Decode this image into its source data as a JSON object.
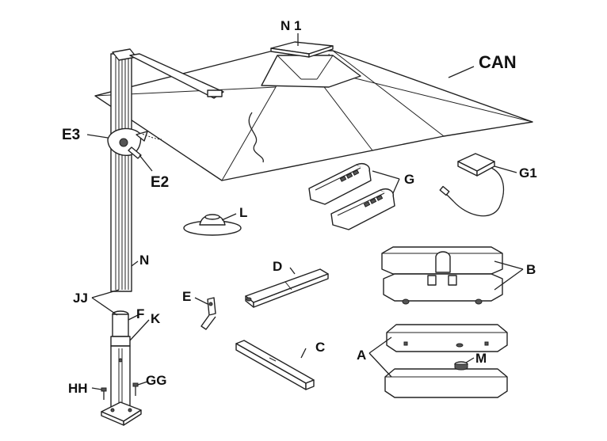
{
  "labels": {
    "n1": "N 1",
    "can": "CAN",
    "e3": "E3",
    "e2": "E2",
    "g": "G",
    "g1": "G1",
    "l": "L",
    "n": "N",
    "d": "D",
    "b": "B",
    "jj": "JJ",
    "e": "E",
    "f": "F",
    "k": "K",
    "c": "C",
    "a": "A",
    "m": "M",
    "hh": "HH",
    "gg": "GG"
  }
}
